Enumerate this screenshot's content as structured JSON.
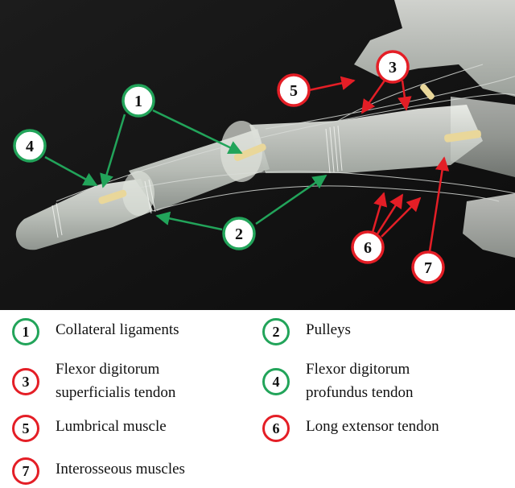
{
  "colors": {
    "green": "#22a45a",
    "red": "#e41e26",
    "photo_background": "#141414",
    "tendon": "#e9d79a"
  },
  "callouts": [
    {
      "number": "1",
      "color": "green"
    },
    {
      "number": "2",
      "color": "green"
    },
    {
      "number": "3",
      "color": "red"
    },
    {
      "number": "4",
      "color": "green"
    },
    {
      "number": "5",
      "color": "red"
    },
    {
      "number": "6",
      "color": "red"
    },
    {
      "number": "7",
      "color": "red"
    }
  ],
  "legend": [
    {
      "number": "1",
      "color": "green",
      "text": "Collateral ligaments"
    },
    {
      "number": "2",
      "color": "green",
      "text": "Pulleys"
    },
    {
      "number": "3",
      "color": "red",
      "text": "Flexor digitorum\nsuperficialis tendon"
    },
    {
      "number": "4",
      "color": "green",
      "text": "Flexor digitorum\nprofundus tendon"
    },
    {
      "number": "5",
      "color": "red",
      "text": "Lumbrical muscle"
    },
    {
      "number": "6",
      "color": "red",
      "text": "Long extensor tendon"
    },
    {
      "number": "7",
      "color": "red",
      "text": "Interosseous muscles"
    }
  ]
}
